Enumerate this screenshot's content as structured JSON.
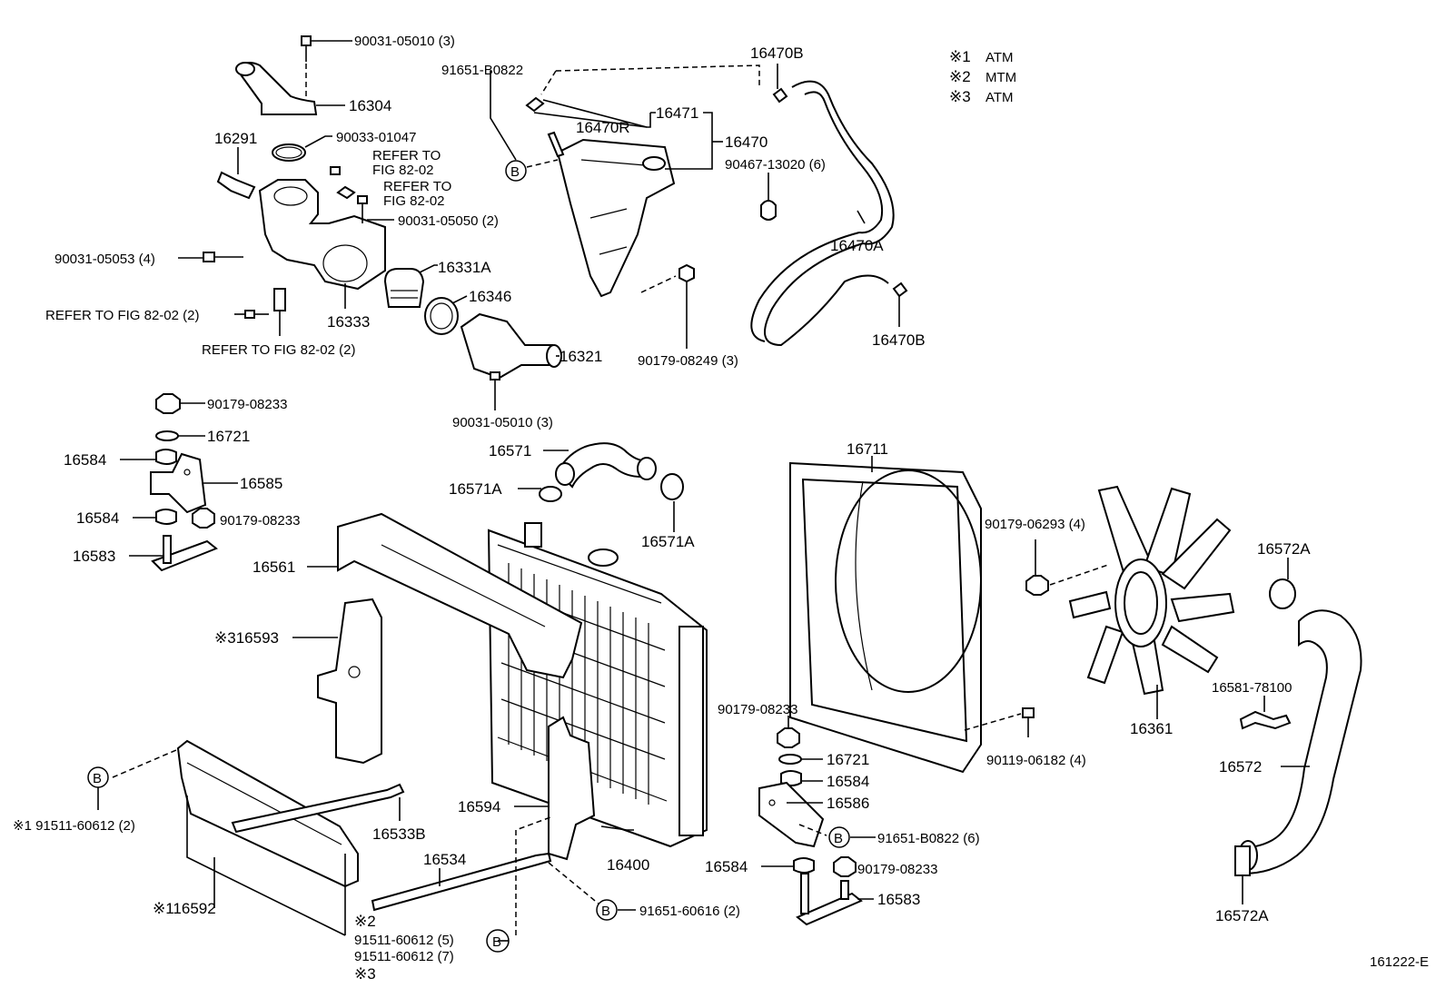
{
  "legend": [
    {
      "mark": "※1",
      "text": "ATM"
    },
    {
      "mark": "※2",
      "text": "MTM"
    },
    {
      "mark": "※3",
      "text": "ATM"
    }
  ],
  "figure_code": "161222-E",
  "callout_letter": "B",
  "labels": {
    "l_90031_05010_top": "90031-05010 (3)",
    "l_16304": "16304",
    "l_16291": "16291",
    "l_90033_01047": "90033-01047",
    "l_refer_a": "REFER TO",
    "l_refer_a2": "FIG 82-02",
    "l_refer_b": "REFER TO",
    "l_refer_b2": "FIG 82-02",
    "l_90031_05050": "90031-05050 (2)",
    "l_90031_05053": "90031-05053 (4)",
    "l_16331A": "16331A",
    "l_16346": "16346",
    "l_refer_c": "REFER TO FIG 82-02 (2)",
    "l_16333": "16333",
    "l_refer_d": "REFER TO FIG 82-02 (2)",
    "l_16321": "16321",
    "l_90031_05010_mid": "90031-05010 (3)",
    "l_91651_B0822": "91651-B0822",
    "l_16470B_top": "16470B",
    "l_16471": "16471",
    "l_16470R": "16470R",
    "l_16470": "16470",
    "l_90467_13020": "90467-13020 (6)",
    "l_16470A": "16470A",
    "l_16470B_bot": "16470B",
    "l_90179_08249": "90179-08249 (3)",
    "l_90179_08233_a": "90179-08233",
    "l_16721_a": "16721",
    "l_16584_a": "16584",
    "l_16585": "16585",
    "l_16584_b": "16584",
    "l_90179_08233_b": "90179-08233",
    "l_16583_a": "16583",
    "l_16571": "16571",
    "l_16571A_a": "16571A",
    "l_16571A_b": "16571A",
    "l_16561": "16561",
    "l_316593": "※316593",
    "l_16711": "16711",
    "l_90179_06293": "90179-06293 (4)",
    "l_16572A_top": "16572A",
    "l_16361": "16361",
    "l_16581_78100": "16581-78100",
    "l_16572": "16572",
    "l_16572A_bot": "16572A",
    "l_90179_08233_c": "90179-08233",
    "l_16721_b": "16721",
    "l_16584_c": "16584",
    "l_16586": "16586",
    "l_90119_06182": "90119-06182 (4)",
    "l_91651_B0822_6": "91651-B0822 (6)",
    "l_16584_d": "16584",
    "l_90179_08233_d": "90179-08233",
    "l_16583_b": "16583",
    "l_91511_60612_2": "※1  91511-60612 (2)",
    "l_16533B": "16533B",
    "l_16594": "16594",
    "l_16400": "16400",
    "l_16534": "16534",
    "l_91651_60616": "91651-60616 (2)",
    "l_116592": "※116592",
    "l_mark2": "※2",
    "l_91511_60612_5": "91511-60612 (5)",
    "l_91511_60612_7": "91511-60612 (7)",
    "l_mark3": "※3"
  }
}
